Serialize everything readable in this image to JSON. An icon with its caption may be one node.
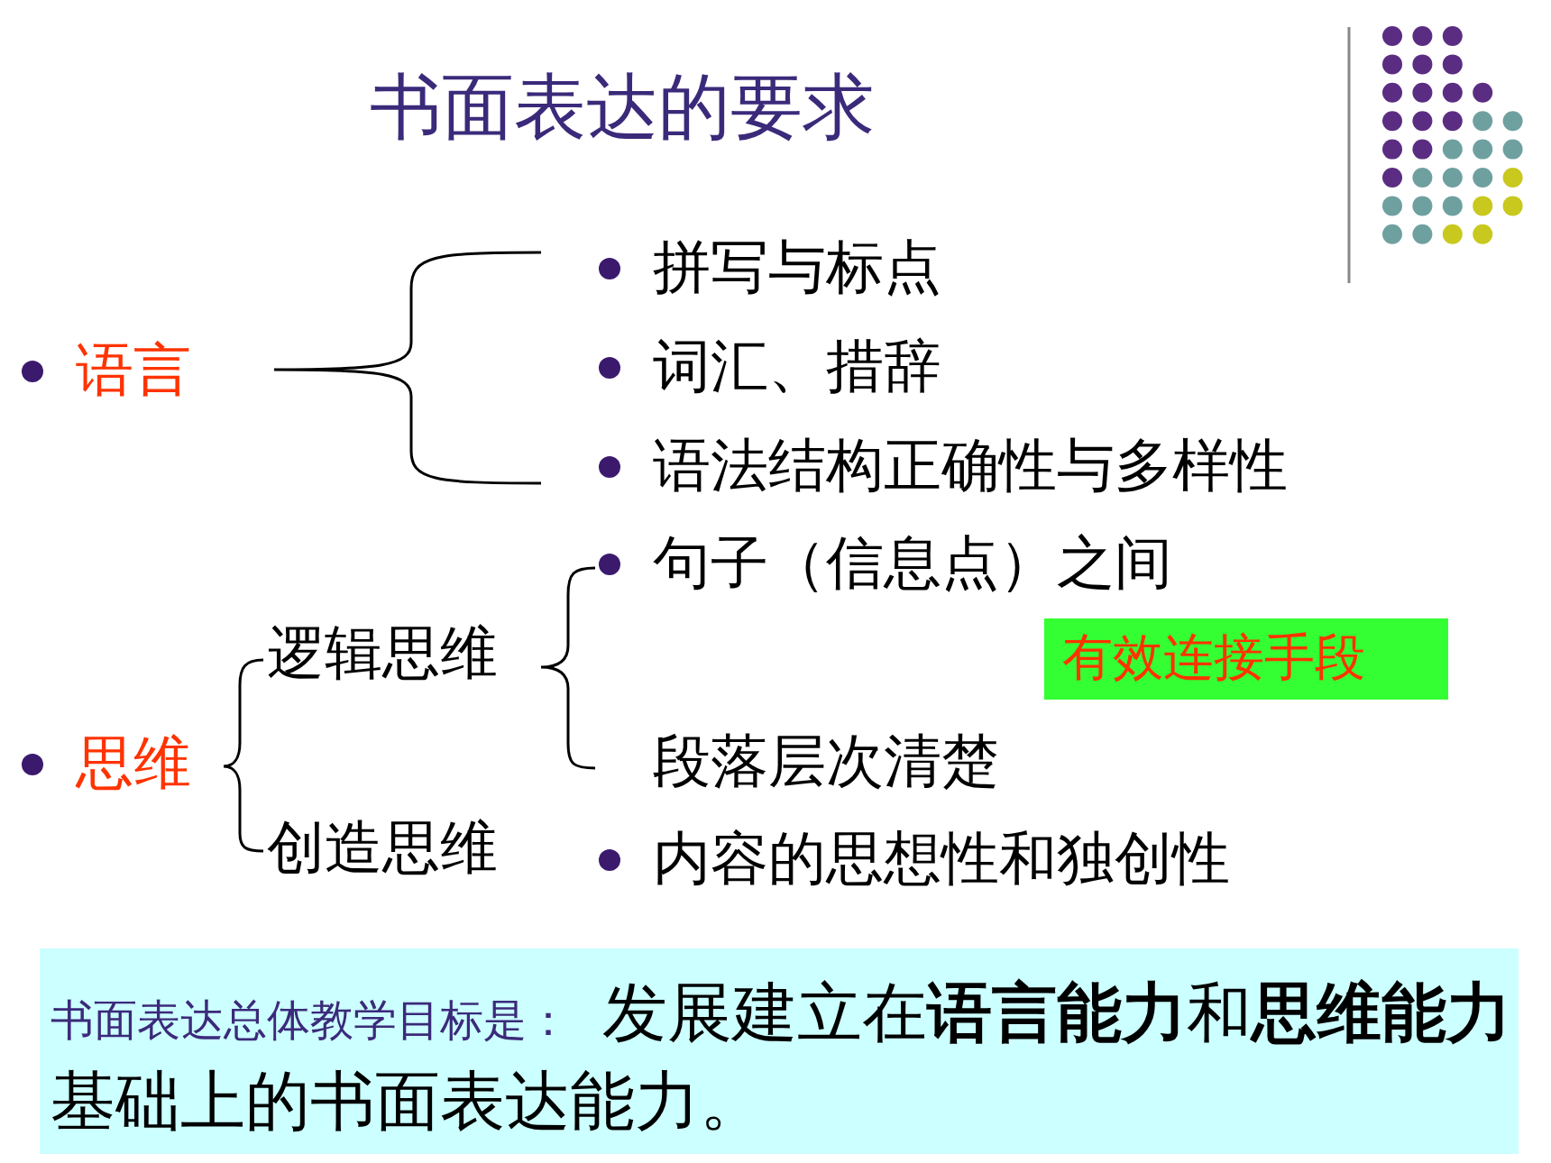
{
  "diagram": {
    "title": "书面表达的要求",
    "nodes": [
      {
        "text": [
          "有效连接手段"
        ]
      },
      {
        "text": [
          "书面表达总体教学目标是：",
          "发展建立在**语言能力**和**思维能力**基础上的书面表达能力。"
        ]
      }
    ],
    "labels": [
      "语言",
      "拼写与标点",
      "词汇、措辞",
      "语法结构正确性与多样性",
      "句子（信息点）之间",
      "逻辑思维",
      "思维",
      "段落层次清楚",
      "创造思维",
      "内容的思想性和独创性"
    ]
  }
}
